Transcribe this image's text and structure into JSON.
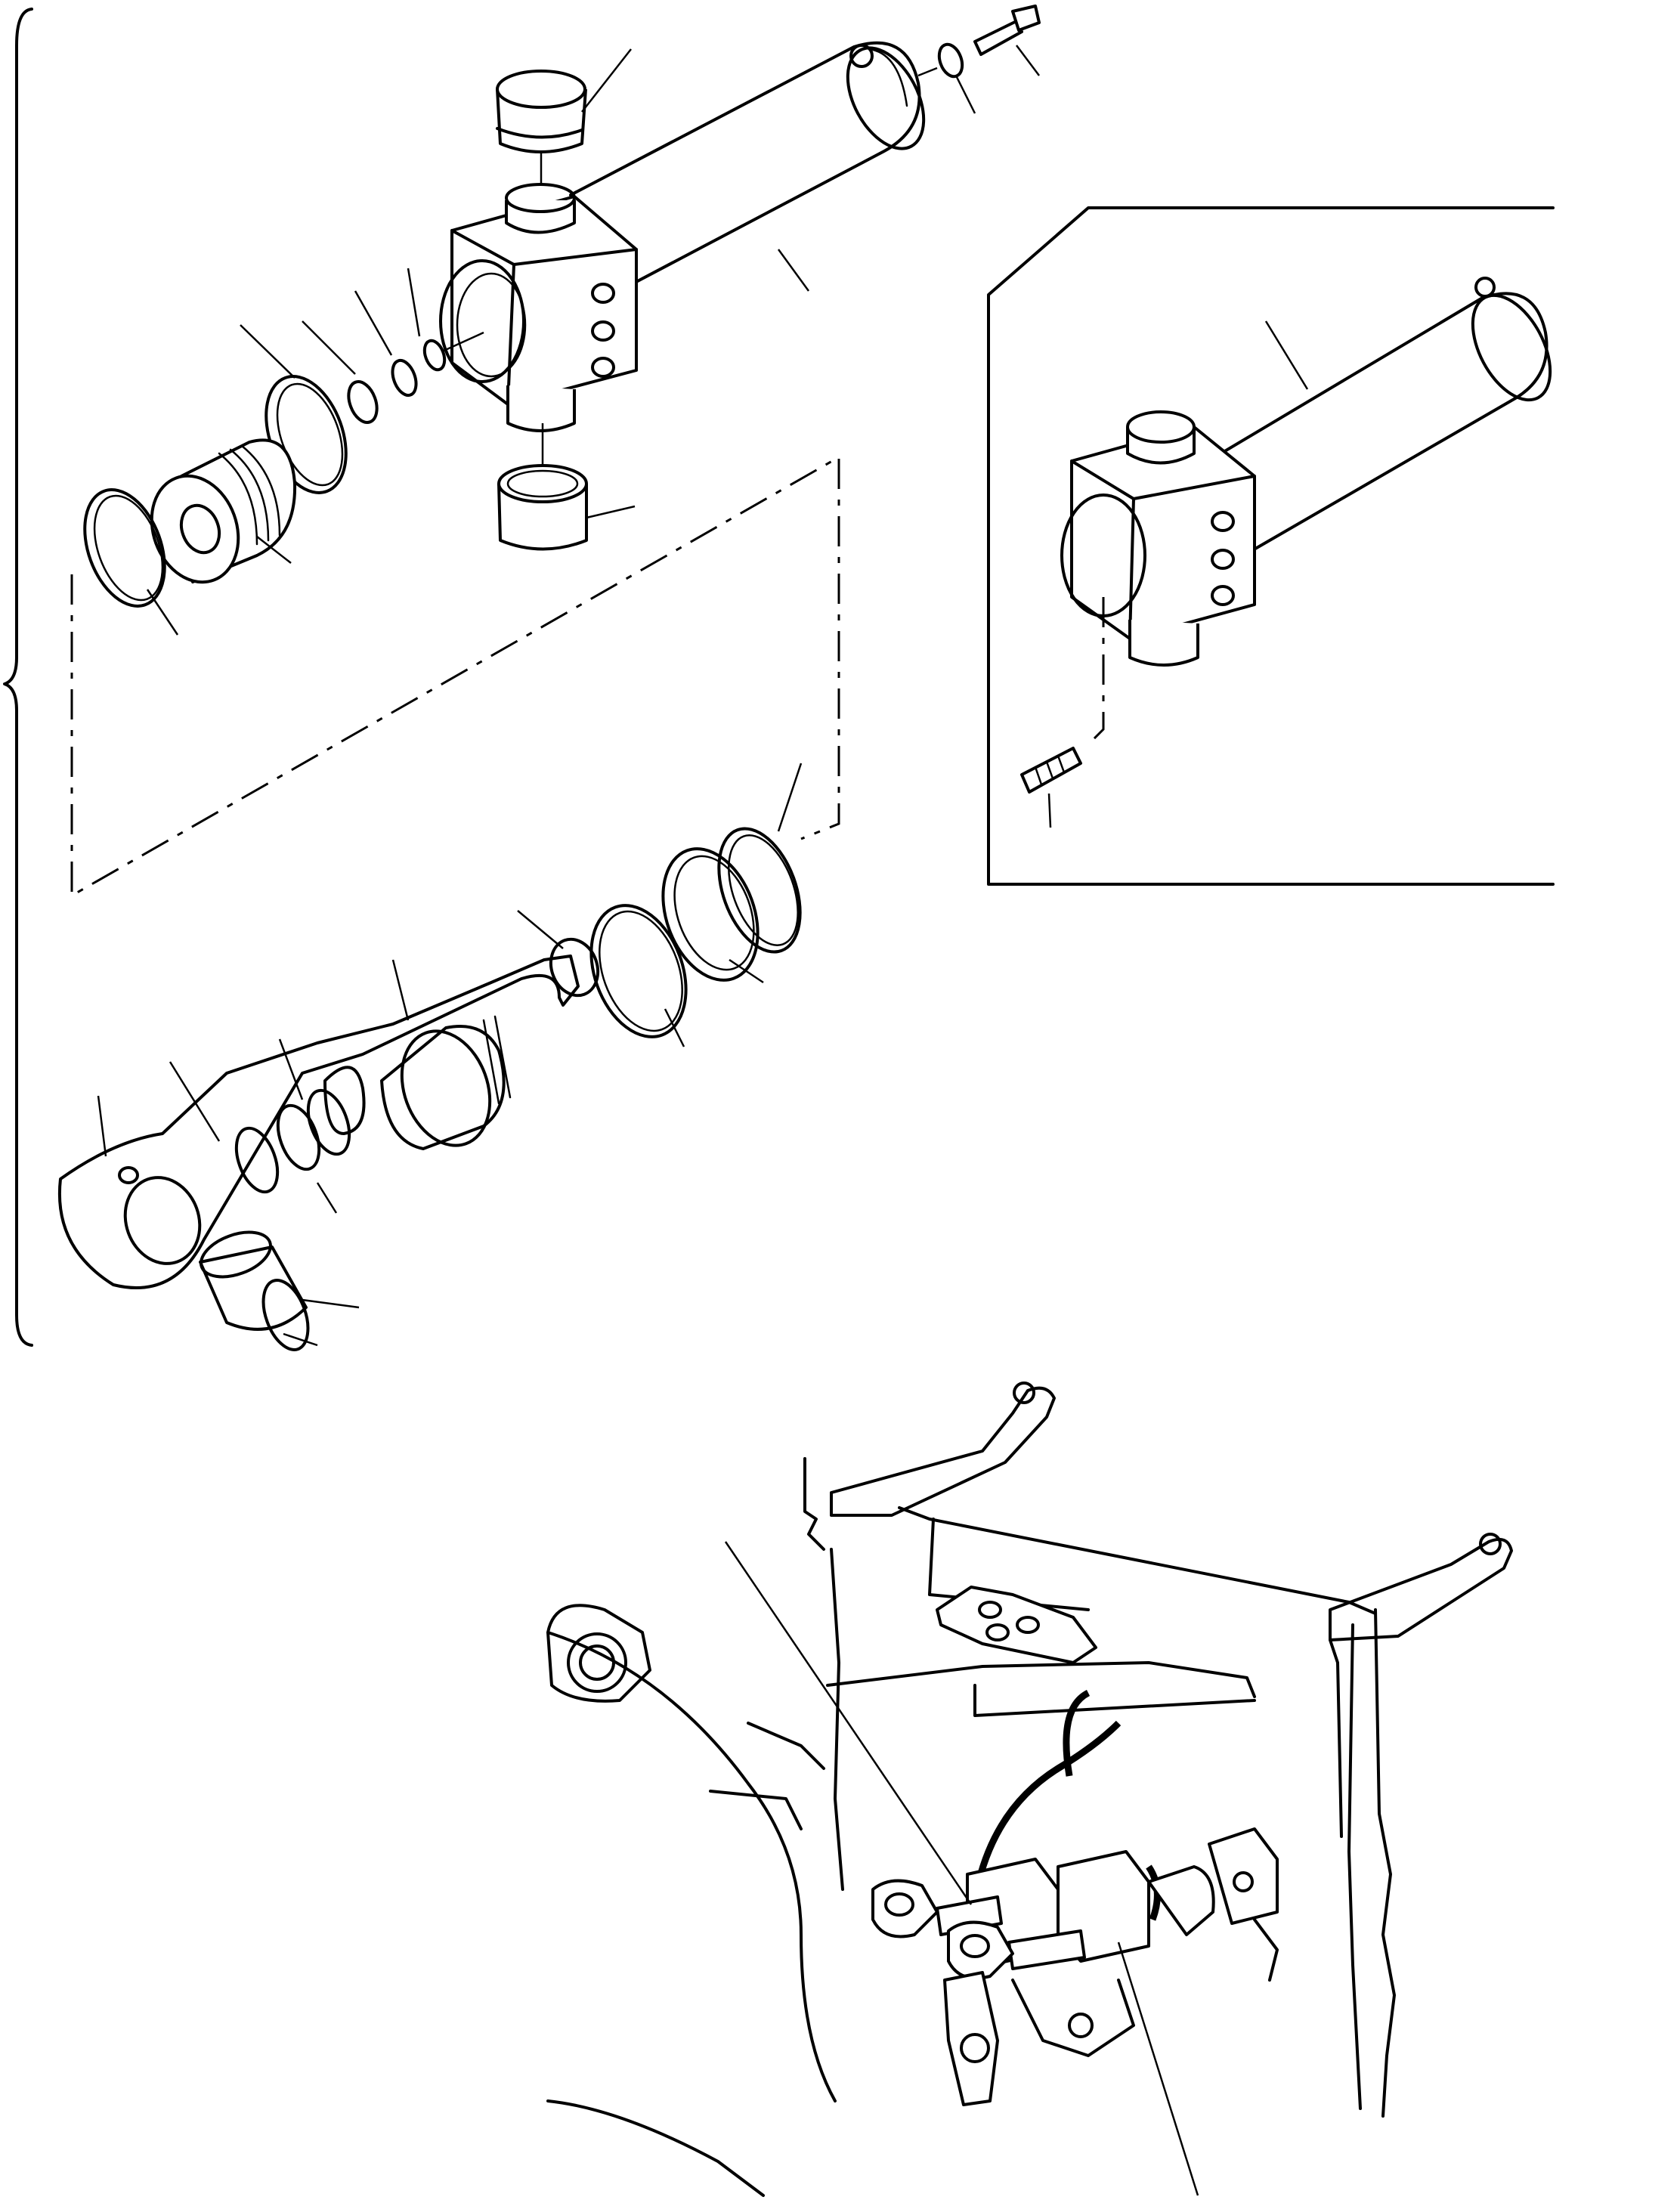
{
  "figure": {
    "kind": "exploded-parts-diagram",
    "panels": [
      "cylinder-exploded-view",
      "cylinder-assembly-inset",
      "machine-installation-view"
    ],
    "labels": []
  }
}
